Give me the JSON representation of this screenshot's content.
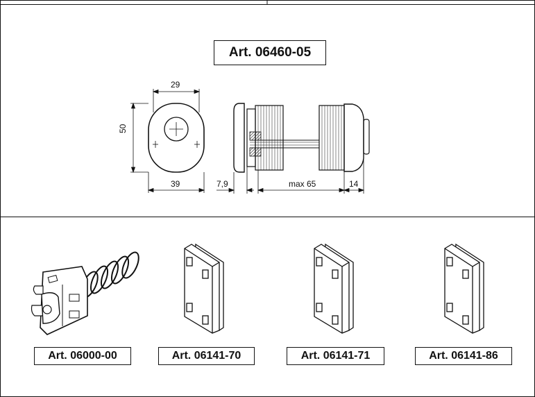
{
  "main_article": {
    "label": "Art. 06460-05"
  },
  "dimensions": {
    "width_top": "29",
    "height_left": "50",
    "width_bottom": "39",
    "collar": "7,9",
    "length": "max 65",
    "cap": "14"
  },
  "accessories": [
    {
      "label": "Art. 06000-00",
      "icon": "spring-clamp-icon"
    },
    {
      "label": "Art. 06141-70",
      "icon": "cam-bar-icon"
    },
    {
      "label": "Art. 06141-71",
      "icon": "cam-bar-icon"
    },
    {
      "label": "Art. 06141-86",
      "icon": "cam-bar-icon"
    }
  ],
  "colors": {
    "line": "#111111",
    "background": "#ffffff"
  }
}
